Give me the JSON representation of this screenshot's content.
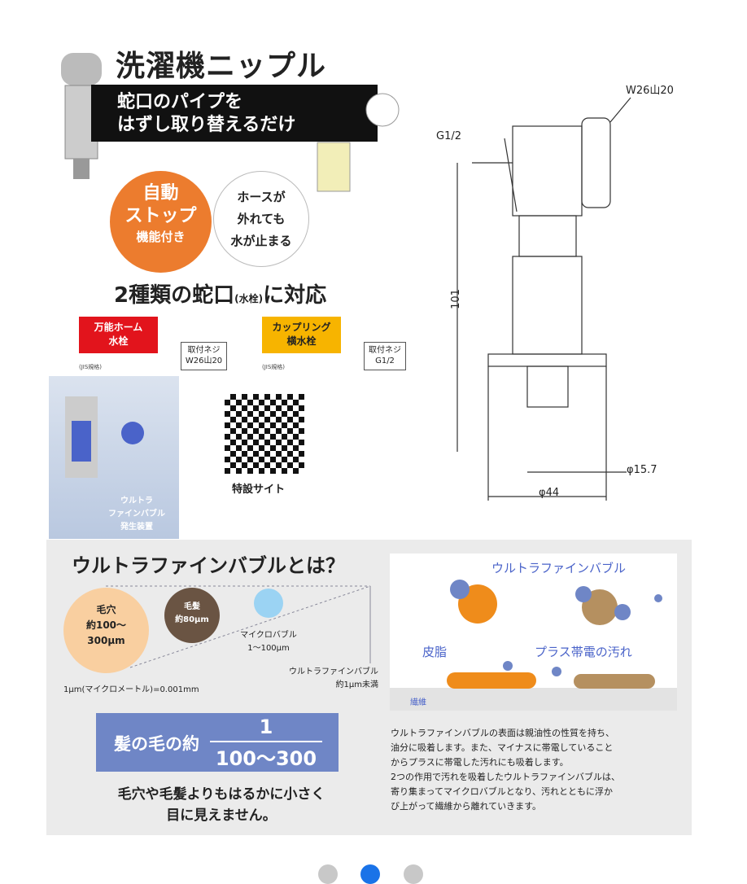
{
  "product": {
    "title": "洗濯機ニップル",
    "band": [
      "蛇口のパイプを",
      "はずし取り替えるだけ"
    ],
    "auto_stop": {
      "line1": "自動",
      "line2": "ストップ",
      "line3": "機能付き"
    },
    "hose": [
      "ホースが",
      "外れても",
      "水が止まる"
    ],
    "support": {
      "main_a": "2種類の蛇口",
      "note": "(水栓)",
      "main_b": "に対応"
    },
    "faucet1": {
      "name": [
        "万能ホーム",
        "水栓"
      ],
      "thread": [
        "取付ネジ",
        "W26山20"
      ],
      "note": "(JIS規格)"
    },
    "faucet2": {
      "name": [
        "カップリング",
        "横水栓"
      ],
      "thread": [
        "取付ネジ",
        "G1/2"
      ],
      "note": "(JIS規格)"
    },
    "device_label": [
      "ウルトラ",
      "ファインバブル",
      "発生装置"
    ],
    "qr_label": "特設サイト",
    "dimensions": {
      "top_right": "W26山20",
      "thread": "G1/2",
      "height": "101",
      "inner": "φ15.7",
      "outer": "φ44"
    }
  },
  "ufb": {
    "title": "ウルトラファインバブルとは？",
    "pore": [
      "毛穴",
      "約100〜",
      "300μm"
    ],
    "hair": [
      "毛髪",
      "約80μm"
    ],
    "micro": [
      "マイクロバブル",
      "1〜100μm"
    ],
    "ultra": [
      "ウルトラファインバブル",
      "約1μm未満"
    ],
    "unit": "1μm(マイクロメートル)=0.001mm",
    "hair_ratio": {
      "prefix": "髪の毛の約",
      "numerator": "1",
      "denominator": "100〜300"
    },
    "bottom": [
      "毛穴や毛髪よりもはるかに小さく",
      "目に見えません。"
    ],
    "diagram": {
      "bubble": "ウルトラファインバブル",
      "sebum": "皮脂",
      "plus_dirt": "プラス帯電の汚れ",
      "fiber": "繊維"
    },
    "description": [
      "ウルトラファインバブルの表面は親油性の性質を持ち、",
      "油分に吸着します。また、マイナスに帯電していること",
      "からプラスに帯電した汚れにも吸着します。",
      "2つの作用で汚れを吸着したウルトラファインバブルは、",
      "寄り集まってマイクロバブルとなり、汚れとともに浮か",
      "び上がって繊維から離れていきます。"
    ]
  },
  "carousel": {
    "count": 3,
    "active": 2,
    "active_color": "#1a73e8"
  }
}
